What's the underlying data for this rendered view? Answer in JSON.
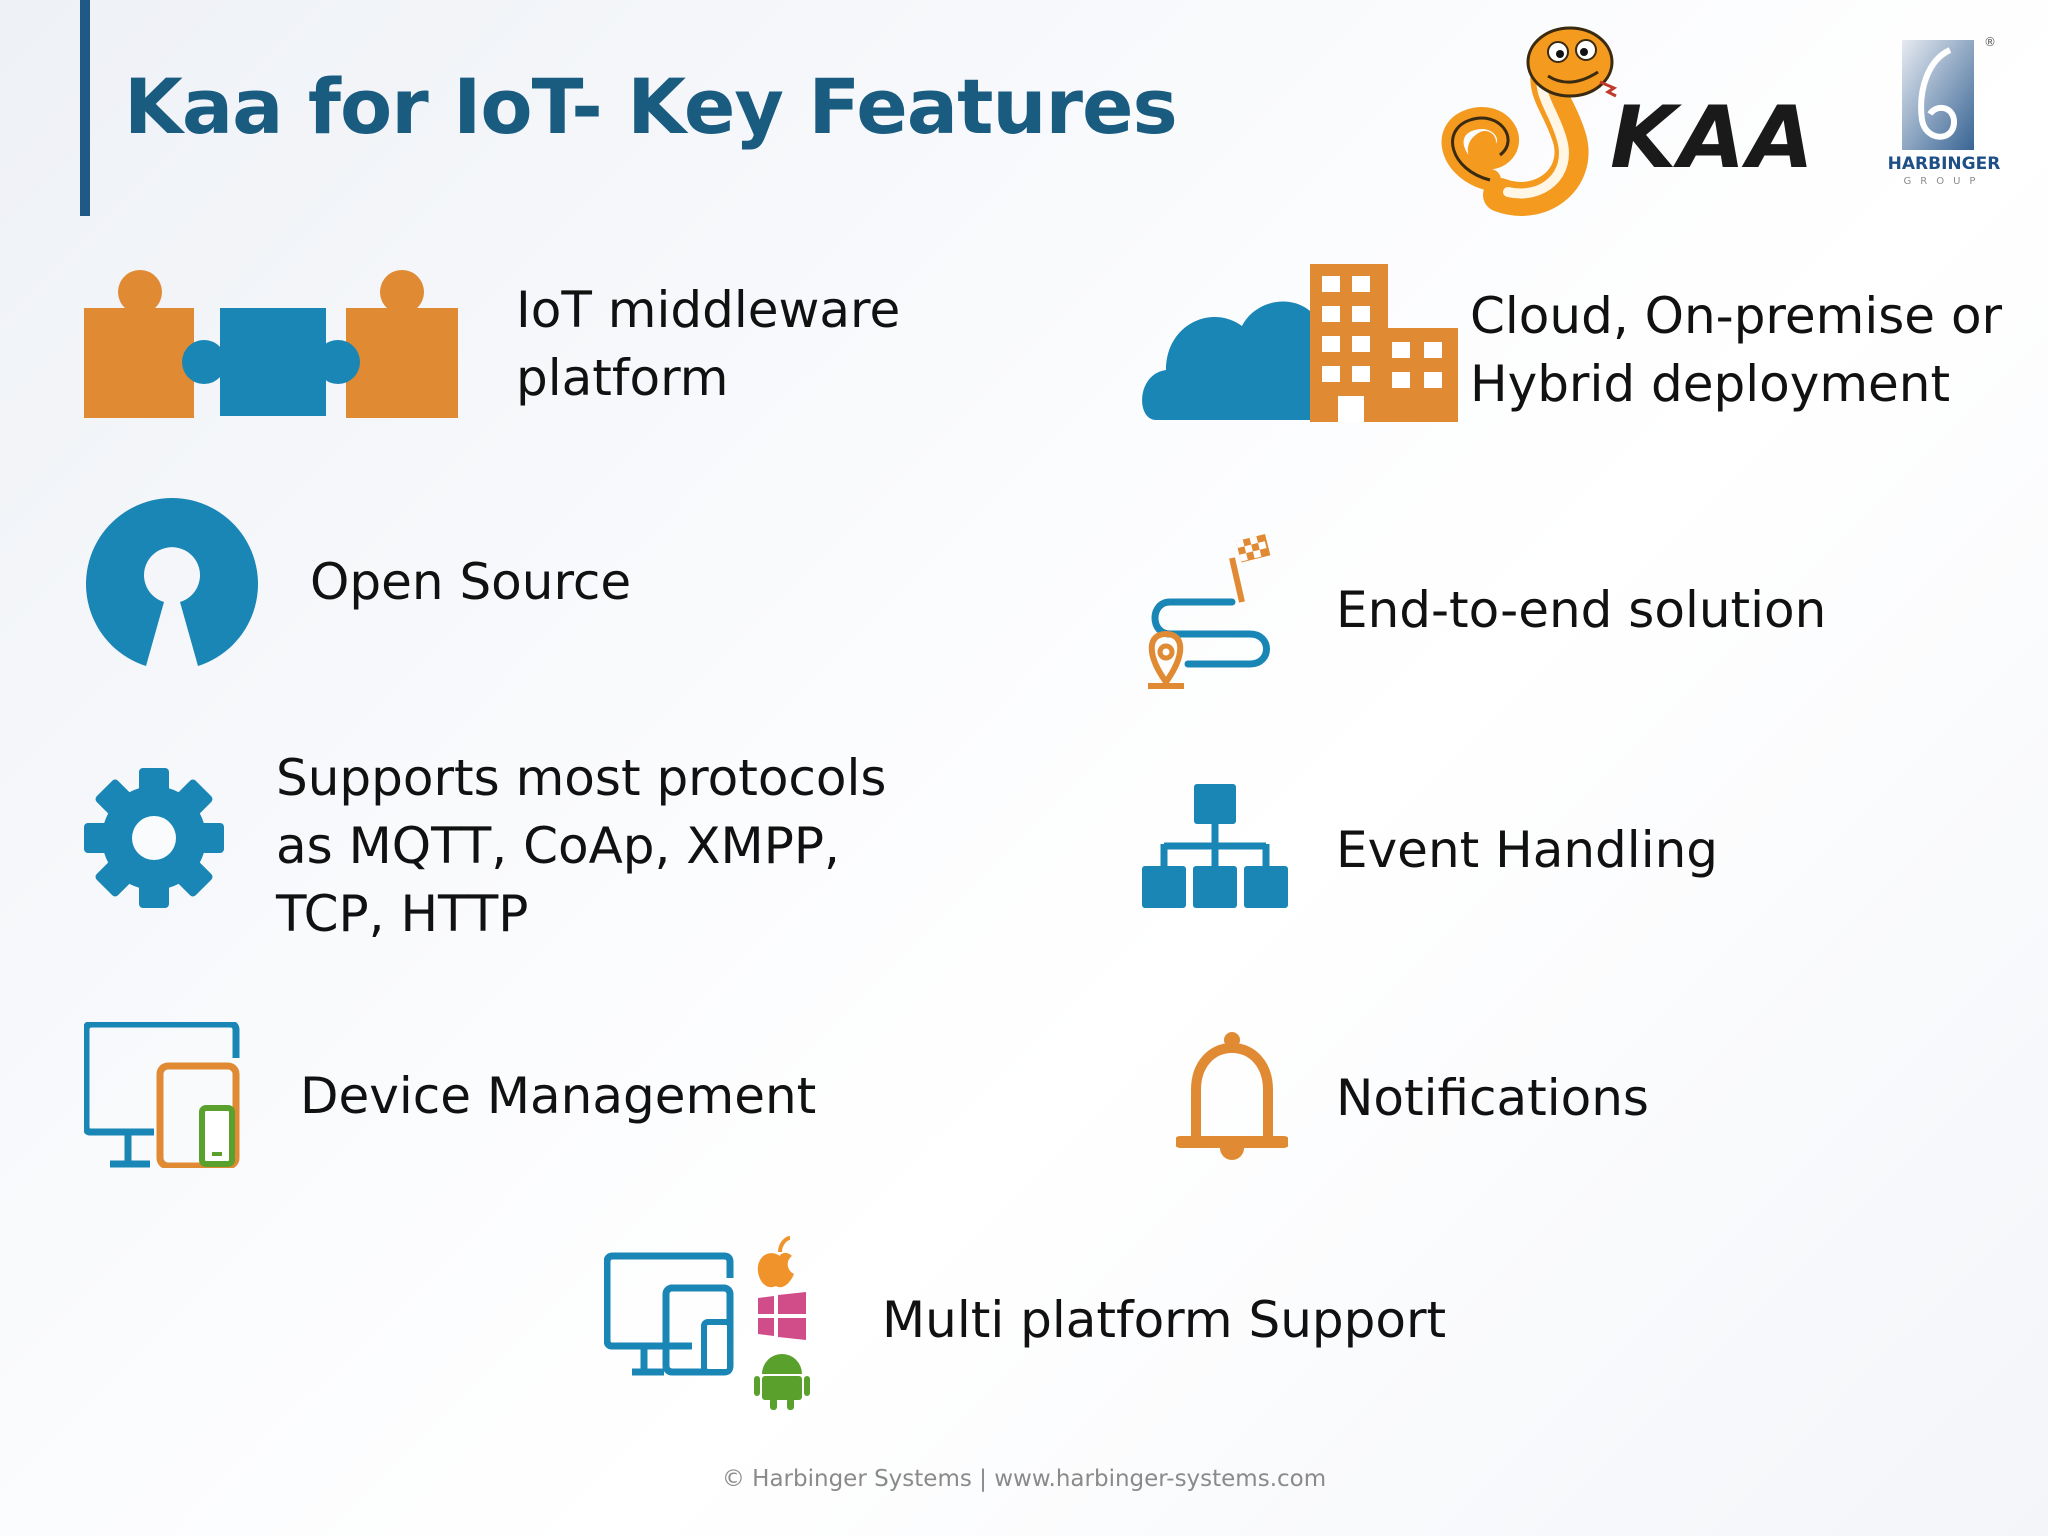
{
  "header": {
    "title": "Kaa for IoT- Key Features",
    "kaa_logo_text": "KAA",
    "harbinger_logo_text": "HARBINGER",
    "harbinger_logo_subtext": "GROUP"
  },
  "features": [
    {
      "label": "IoT middleware\nplatform",
      "icon": "puzzle-pieces-icon"
    },
    {
      "label": "Cloud, On-premise or\nHybrid deployment",
      "icon": "cloud-building-icon"
    },
    {
      "label": "Open Source",
      "icon": "open-source-icon"
    },
    {
      "label": "End-to-end solution",
      "icon": "route-flag-icon"
    },
    {
      "label": "Supports most protocols\nas MQTT, CoAp, XMPP,\nTCP, HTTP",
      "icon": "gear-icon"
    },
    {
      "label": "Event Handling",
      "icon": "hierarchy-icon"
    },
    {
      "label": "Device Management",
      "icon": "devices-icon"
    },
    {
      "label": "Notifications",
      "icon": "bell-icon"
    },
    {
      "label": "Multi platform Support",
      "icon": "multi-platform-icon"
    }
  ],
  "footer": {
    "text": "© Harbinger Systems | www.harbinger-systems.com"
  },
  "colors": {
    "title": "#1a5b80",
    "accent_bar": "#1e5a85",
    "icon_blue": "#1a86b6",
    "icon_orange": "#e08a34",
    "apple_orange": "#f0932b",
    "windows_pink": "#d14d8a",
    "android_green": "#5aa02c"
  }
}
